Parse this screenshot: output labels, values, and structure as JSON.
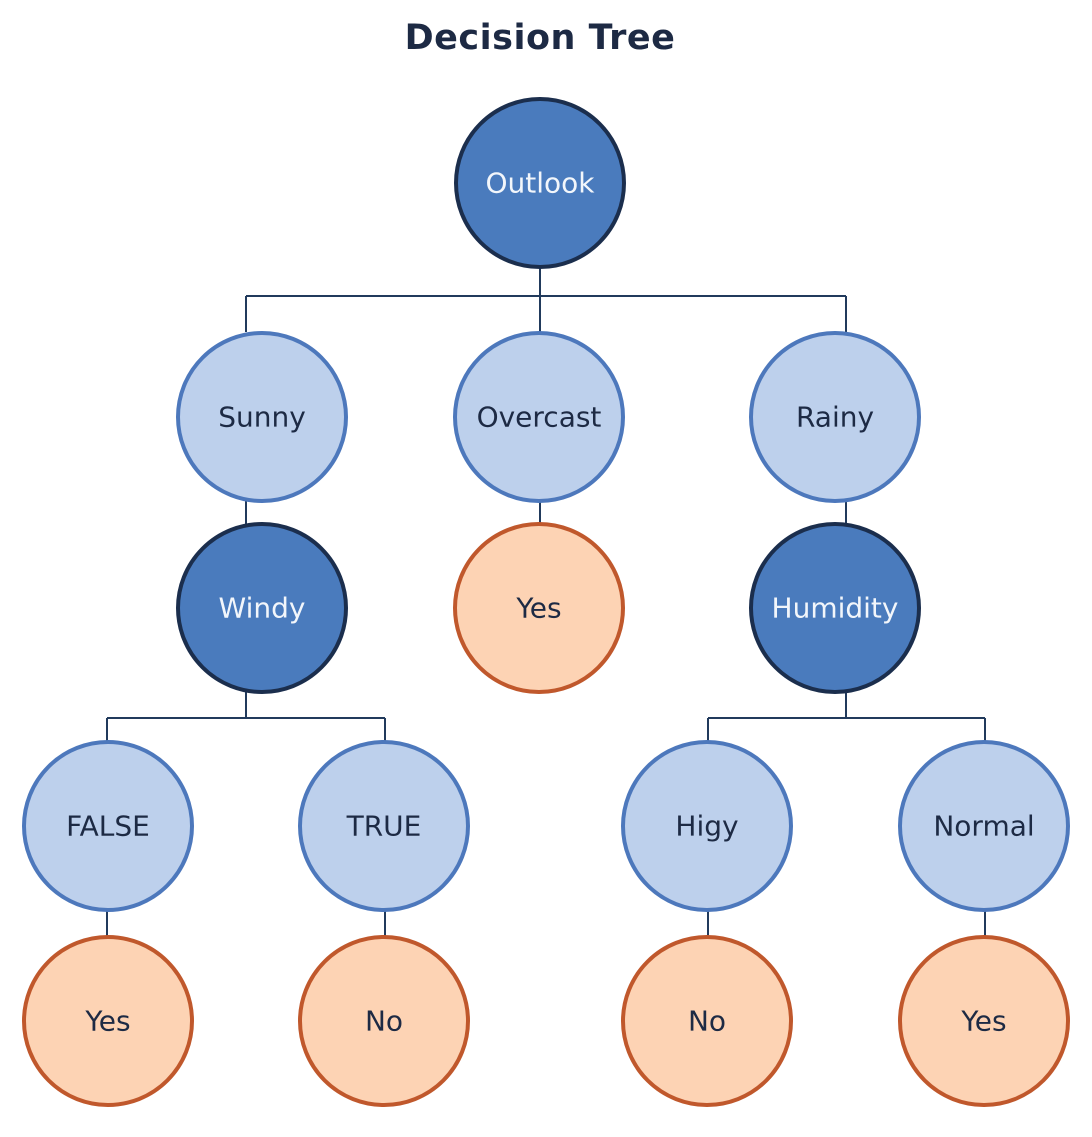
{
  "title": "Decision Tree",
  "colors": {
    "decision_fill": "#4a7bbd",
    "decision_stroke": "#1b2e4d",
    "branch_fill": "#bdd0ec",
    "branch_stroke": "#4d78bc",
    "leaf_fill": "#fdd3b4",
    "leaf_stroke": "#c0582c",
    "edge": "#213a5c"
  },
  "tree": {
    "root": {
      "label": "Outlook",
      "kind": "decision"
    },
    "branches": {
      "sunny": {
        "label": "Sunny",
        "kind": "branch"
      },
      "overcast": {
        "label": "Overcast",
        "kind": "branch"
      },
      "rainy": {
        "label": "Rainy",
        "kind": "branch"
      }
    },
    "windy": {
      "label": "Windy",
      "kind": "decision"
    },
    "overcast_yes": {
      "label": "Yes",
      "kind": "leaf"
    },
    "humidity": {
      "label": "Humidity",
      "kind": "decision"
    },
    "windy_false": {
      "label": "FALSE",
      "kind": "branch"
    },
    "windy_true": {
      "label": "TRUE",
      "kind": "branch"
    },
    "humidity_higy": {
      "label": "Higy",
      "kind": "branch"
    },
    "humidity_normal": {
      "label": "Normal",
      "kind": "branch"
    },
    "false_yes": {
      "label": "Yes",
      "kind": "leaf"
    },
    "true_no": {
      "label": "No",
      "kind": "leaf"
    },
    "higy_no": {
      "label": "No",
      "kind": "leaf"
    },
    "normal_yes": {
      "label": "Yes",
      "kind": "leaf"
    }
  }
}
